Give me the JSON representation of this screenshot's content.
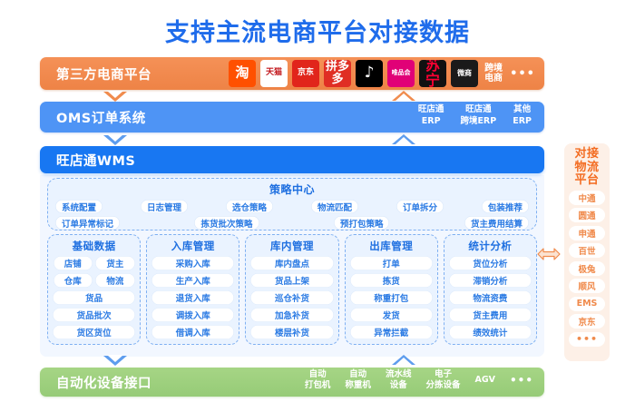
{
  "title": "支持主流电商平台对接数据",
  "colors": {
    "title": "#1F6CEB",
    "platform_bar": "#EE8346",
    "oms_bar": "#4E94F5",
    "wms_bar": "#1877F2",
    "automation_bar": "#96CB77",
    "logistics_accent": "#F36C21",
    "chip_text": "#2B7BE4"
  },
  "platform_bar": {
    "label": "第三方电商平台",
    "icons": [
      {
        "name": "taobao-icon",
        "text": "淘"
      },
      {
        "name": "tmall-icon",
        "text": "天猫"
      },
      {
        "name": "jd-icon",
        "text": "京东"
      },
      {
        "name": "pinduoduo-icon",
        "text": "拼多多"
      },
      {
        "name": "douyin-icon",
        "text": "♪"
      },
      {
        "name": "vipshop-icon",
        "text": "唯品会"
      },
      {
        "name": "suning-icon",
        "text": "苏宁"
      },
      {
        "name": "weishang-icon",
        "text": "微商"
      }
    ],
    "text_tag": "跨境\n电商",
    "text_tag_line1": "跨境",
    "text_tag_line2": "电商",
    "more": "•••"
  },
  "oms_bar": {
    "label": "OMS订单系统",
    "tags": [
      {
        "line1": "旺店通",
        "line2": "ERP"
      },
      {
        "line1": "旺店通",
        "line2": "跨境ERP"
      },
      {
        "line1": "其他",
        "line2": "ERP"
      }
    ]
  },
  "wms_bar": {
    "label": "旺店通WMS"
  },
  "strategy_center": {
    "title": "策略中心",
    "row1": [
      "系统配置",
      "日志管理",
      "选仓策略",
      "物流匹配",
      "订单拆分",
      "包装推荐"
    ],
    "row2": [
      "订单异常标记",
      "拣货批次策略",
      "预打包策略",
      "货主费用结算"
    ]
  },
  "modules": [
    {
      "title": "基础数据",
      "items": [
        {
          "label": "店铺",
          "half": true
        },
        {
          "label": "货主",
          "half": true
        },
        {
          "label": "仓库",
          "half": true
        },
        {
          "label": "物流",
          "half": true
        },
        {
          "label": "货品",
          "half": false
        },
        {
          "label": "货品批次",
          "half": false
        },
        {
          "label": "货区货位",
          "half": false
        }
      ]
    },
    {
      "title": "入库管理",
      "items": [
        {
          "label": "采购入库",
          "half": false
        },
        {
          "label": "生产入库",
          "half": false
        },
        {
          "label": "退货入库",
          "half": false
        },
        {
          "label": "调拨入库",
          "half": false
        },
        {
          "label": "借调入库",
          "half": false
        }
      ]
    },
    {
      "title": "库内管理",
      "items": [
        {
          "label": "库内盘点",
          "half": false
        },
        {
          "label": "货品上架",
          "half": false
        },
        {
          "label": "巡仓补货",
          "half": false
        },
        {
          "label": "加急补货",
          "half": false
        },
        {
          "label": "楼层补货",
          "half": false
        }
      ]
    },
    {
      "title": "出库管理",
      "items": [
        {
          "label": "打单",
          "half": false
        },
        {
          "label": "拣货",
          "half": false
        },
        {
          "label": "称重打包",
          "half": false
        },
        {
          "label": "发货",
          "half": false
        },
        {
          "label": "异常拦截",
          "half": false
        }
      ]
    },
    {
      "title": "统计分析",
      "items": [
        {
          "label": "货位分析",
          "half": false
        },
        {
          "label": "滞销分析",
          "half": false
        },
        {
          "label": "物流资费",
          "half": false
        },
        {
          "label": "货主费用",
          "half": false
        },
        {
          "label": "绩效统计",
          "half": false
        }
      ]
    }
  ],
  "logistics": {
    "title_line1": "对接",
    "title_line2": "物流",
    "title_line3": "平台",
    "carriers": [
      "中通",
      "圆通",
      "申通",
      "百世",
      "极兔",
      "顺风",
      "EMS",
      "京东"
    ],
    "more": "•••"
  },
  "automation_bar": {
    "label": "自动化设备接口",
    "tags": [
      {
        "line1": "自动",
        "line2": "打包机"
      },
      {
        "line1": "自动",
        "line2": "称重机"
      },
      {
        "line1": "流水线",
        "line2": "设备"
      },
      {
        "line1": "电子",
        "line2": "分拣设备"
      },
      {
        "line1": "AGV",
        "line2": ""
      }
    ],
    "more": "•••"
  }
}
